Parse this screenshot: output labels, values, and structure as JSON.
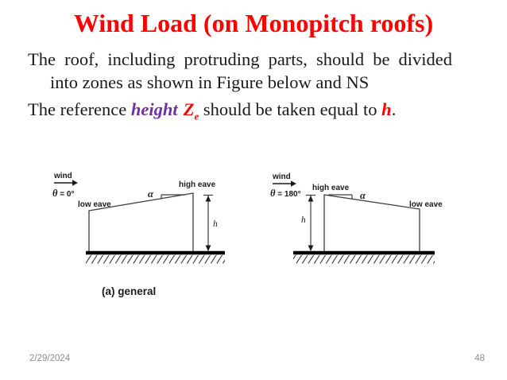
{
  "slide": {
    "title": "Wind Load (on Monopitch roofs)",
    "body": {
      "p1_line1": "The roof, including protruding parts, should be divided",
      "p1_line2": "into zones as shown in Figure below and NS",
      "p2": {
        "prefix": "The reference ",
        "highlight_height": "height",
        "z_symbol": "Z",
        "z_subscript": "e",
        "middle": " should be taken equal to ",
        "h_symbol": "h",
        "period": "."
      }
    },
    "footer": {
      "date": "2/29/2024",
      "page_number": "48"
    }
  },
  "figure": {
    "left": {
      "wind": "wind",
      "theta_symbol": "θ",
      "theta_value": " = 0°",
      "low_eave": "low eave",
      "high_eave": "high eave",
      "alpha": "α",
      "height": "h",
      "caption": "(a) general"
    },
    "right": {
      "wind": "wind",
      "theta_symbol": "θ",
      "theta_value": " = 180°",
      "high_eave": "high eave",
      "low_eave": "low eave",
      "alpha": "α",
      "height": "h"
    }
  },
  "colors": {
    "title_red": "#FF0000",
    "highlight_purple": "#7030A0",
    "highlight_red": "#FF0000",
    "body_black": "#1a1a1a",
    "footer_gray": "#8b8b8b",
    "diagram_line": "#3d3d3d",
    "ground_black": "#000000"
  }
}
